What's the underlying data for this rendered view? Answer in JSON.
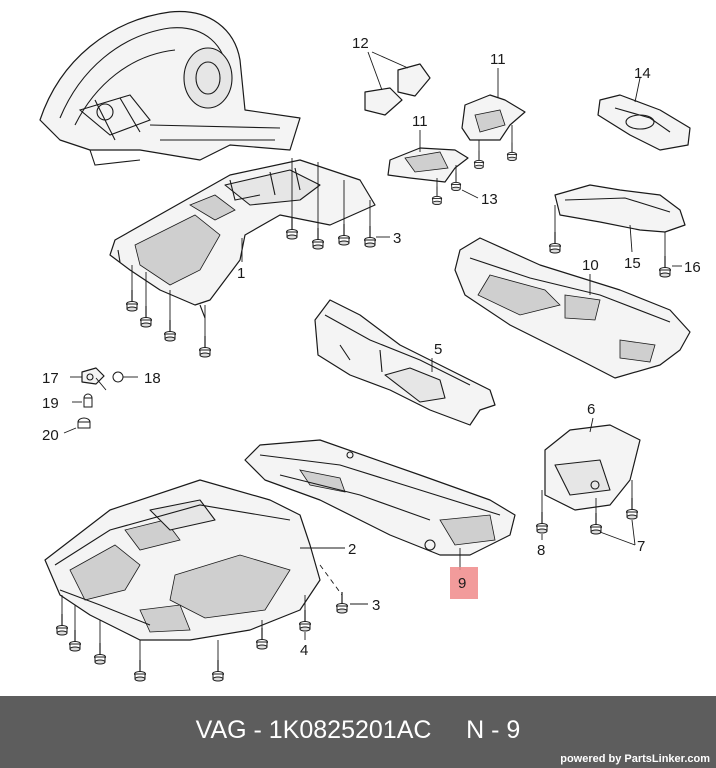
{
  "diagram": {
    "callouts": [
      "1",
      "2",
      "3",
      "3",
      "4",
      "5",
      "6",
      "7",
      "8",
      "9",
      "10",
      "11",
      "11",
      "12",
      "13",
      "14",
      "15",
      "16",
      "17",
      "18",
      "19",
      "20"
    ],
    "highlighted_callout": "9",
    "highlight_color": "#f08a8a"
  },
  "footer": {
    "text": "VAG - 1K0825201AC     N - 9",
    "powered_by": "powered by PartsLinker.com",
    "background": "#5d5d5d"
  }
}
